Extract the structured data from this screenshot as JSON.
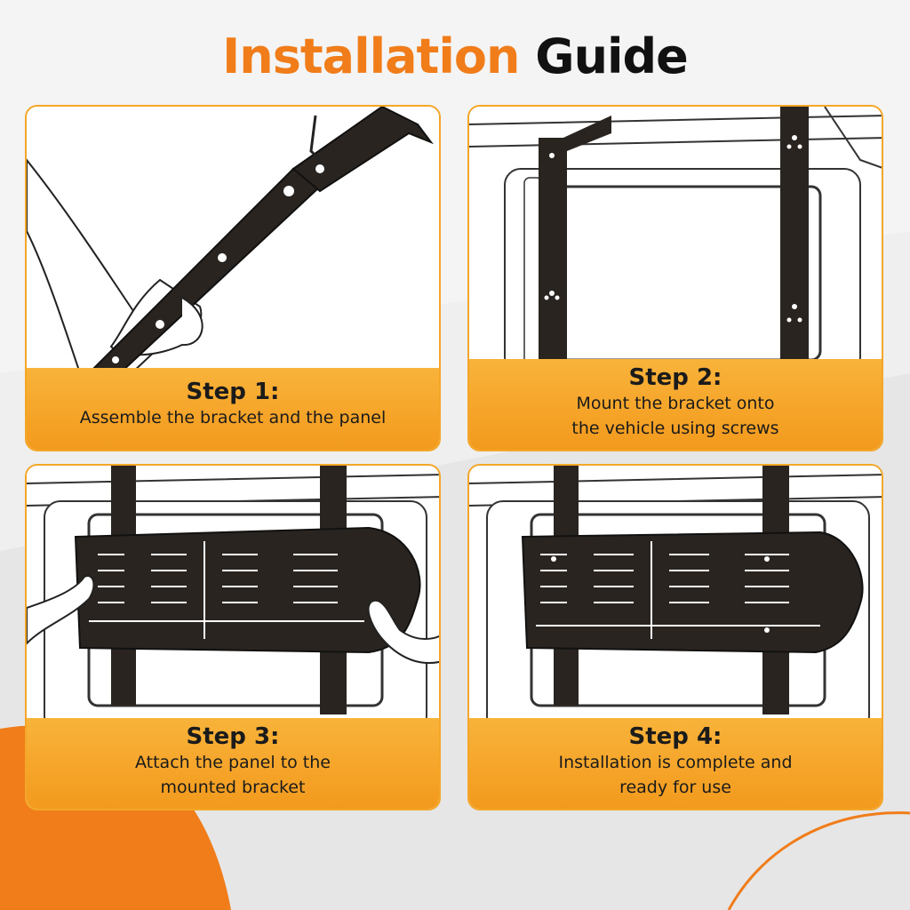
{
  "title": {
    "part1": "Installation",
    "part2": "Guide"
  },
  "steps": [
    {
      "label": "Step 1:",
      "description": "Assemble the bracket and the panel"
    },
    {
      "label": "Step 2:",
      "description": "Mount the bracket onto the vehicle using screws"
    },
    {
      "label": "Step 3:",
      "description": "Attach the panel to the mounted bracket"
    },
    {
      "label": "Step 4:",
      "description": "Installation is complete and ready for use"
    }
  ],
  "colors": {
    "accent": "#f07d1a",
    "caption": "#f6a52a",
    "border": "#f3a628",
    "ink": "#111111"
  }
}
